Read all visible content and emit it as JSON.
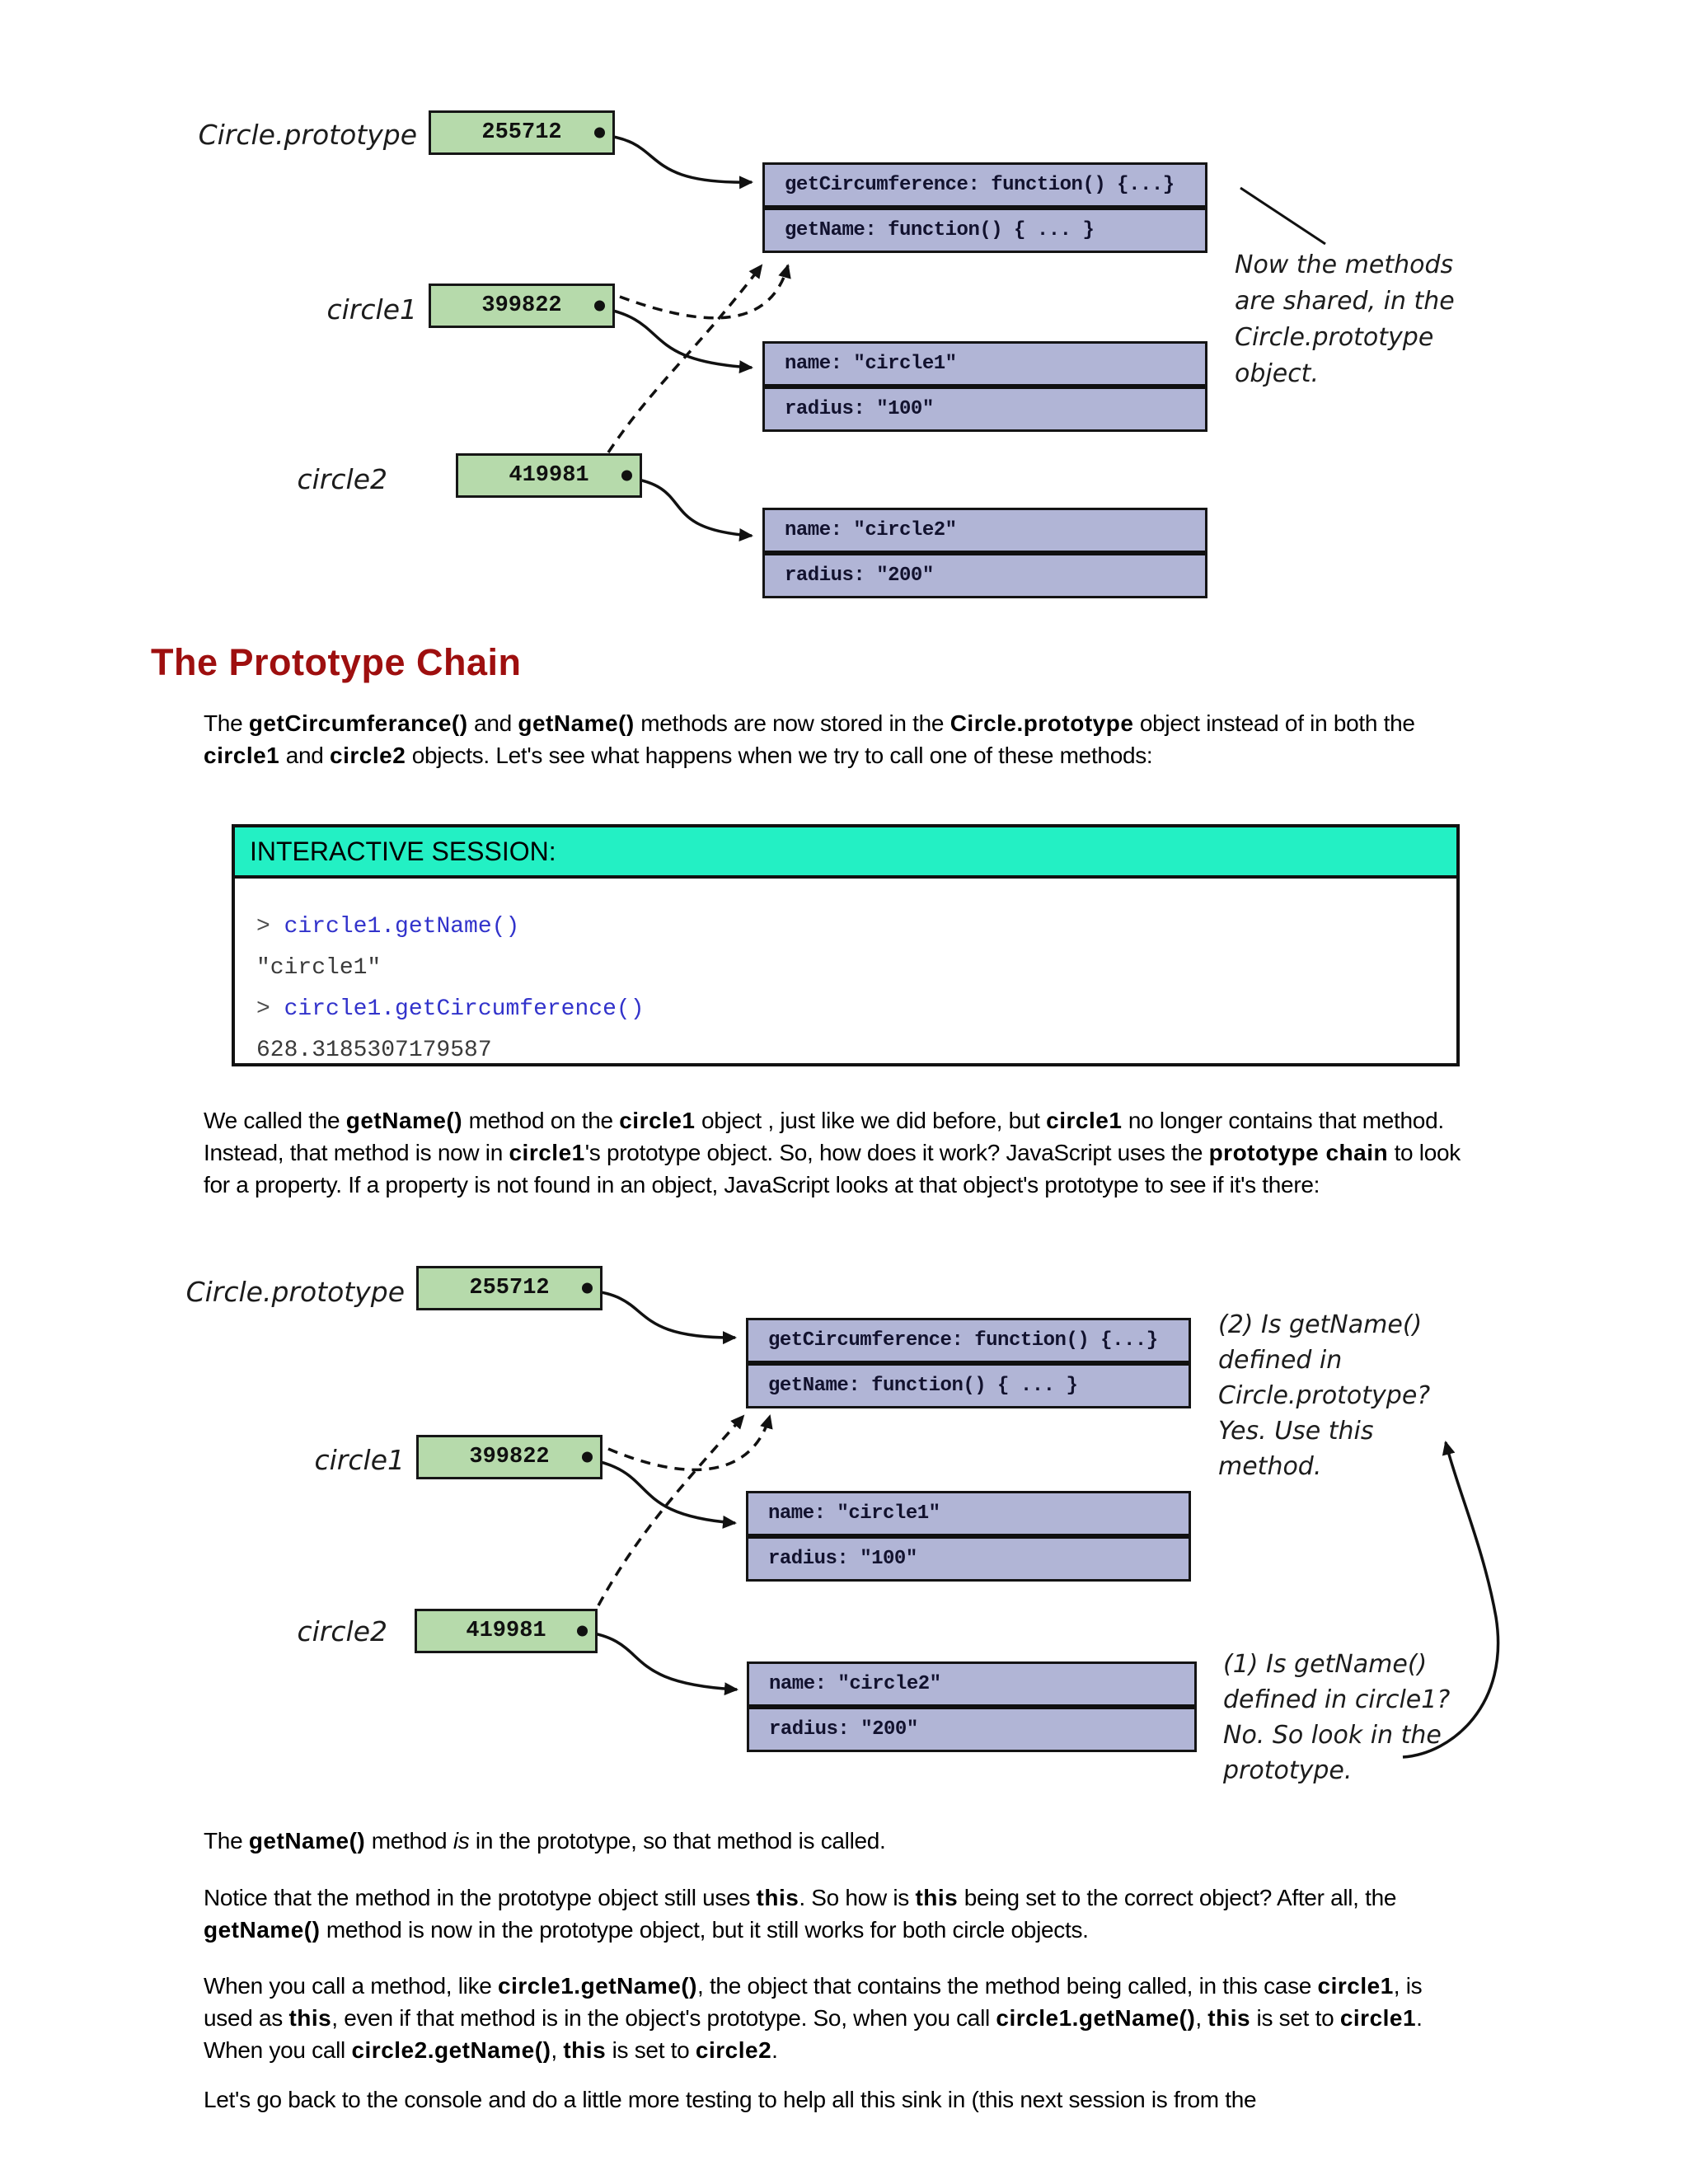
{
  "heading": "The Prototype Chain",
  "colors": {
    "heading_red": "#9E0F0F",
    "green_box": "#B6DAAB",
    "blue_box": "#B1B5D6",
    "session_header_cyan": "#23F0C4",
    "code_blue": "#3233CB"
  },
  "diagram1": {
    "prototype_label": "Circle.prototype",
    "prototype_ref": "255712",
    "circle1_label": "circle1",
    "circle1_ref": "399822",
    "circle2_label": "circle2",
    "circle2_ref": "419981",
    "methods_rows": [
      "getCircumference: function() {...}",
      "getName: function() { ... }"
    ],
    "object1_rows": [
      "name: \"circle1\"",
      "radius: \"100\""
    ],
    "object2_rows": [
      "name: \"circle2\"",
      "radius: \"200\""
    ],
    "note_lines": [
      "Now the methods",
      "are shared, in the",
      "Circle.prototype",
      "object."
    ]
  },
  "paragraph1": {
    "runs": [
      {
        "t": "The "
      },
      {
        "t": "getCircumferance()",
        "b": 1
      },
      {
        "t": " and "
      },
      {
        "t": "getName()",
        "b": 1
      },
      {
        "t": " methods are now stored in the "
      },
      {
        "t": "Circle.prototype",
        "b": 1
      },
      {
        "t": " object instead of in both the "
      },
      {
        "t": "circle1",
        "b": 1
      },
      {
        "t": " and "
      },
      {
        "t": "circle2",
        "b": 1
      },
      {
        "t": " objects. Let's see what happens when we try to call one of these methods:"
      }
    ]
  },
  "session": {
    "header": "INTERACTIVE SESSION:",
    "line1_prompt": ">",
    "line1_code": "circle1.getName()",
    "line2_out": "\"circle1\"",
    "line3_prompt": ">",
    "line3_code": "circle1.getCircumference()",
    "line4_out": "628.3185307179587"
  },
  "paragraph2": {
    "runs": [
      {
        "t": "We called the "
      },
      {
        "t": "getName()",
        "b": 1
      },
      {
        "t": " method on the "
      },
      {
        "t": "circle1",
        "b": 1
      },
      {
        "t": " object , just like we did before, but "
      },
      {
        "t": "circle1",
        "b": 1
      },
      {
        "t": " no longer contains that method. Instead, that method is now in "
      },
      {
        "t": "circle1",
        "b": 1
      },
      {
        "t": "'s prototype object. So, how does it work? JavaScript uses the "
      },
      {
        "t": "prototype chain",
        "b": 1
      },
      {
        "t": " to look for a property. If a property is not found in an object, JavaScript looks at that object's prototype to see if it's there:"
      }
    ]
  },
  "diagram2": {
    "prototype_label": "Circle.prototype",
    "prototype_ref": "255712",
    "circle1_label": "circle1",
    "circle1_ref": "399822",
    "circle2_label": "circle2",
    "circle2_ref": "419981",
    "methods_rows": [
      "getCircumference: function() {...}",
      "getName: function() { ... }"
    ],
    "object1_rows": [
      "name: \"circle1\"",
      "radius: \"100\""
    ],
    "object2_rows": [
      "name: \"circle2\"",
      "radius: \"200\""
    ],
    "note2_lines": [
      "(2) Is getName()",
      "defined in",
      "Circle.prototype?",
      "Yes. Use this",
      "method."
    ],
    "note1_lines": [
      "(1) Is getName()",
      "defined in circle1?",
      "No. So look in the",
      "prototype."
    ]
  },
  "paragraph3": {
    "runs": [
      {
        "t": "The "
      },
      {
        "t": "getName()",
        "b": 1
      },
      {
        "t": " method "
      },
      {
        "t": "is",
        "i": 1
      },
      {
        "t": " in the prototype, so that method is called."
      }
    ]
  },
  "paragraph4": {
    "runs": [
      {
        "t": "Notice that the method in the prototype object still uses "
      },
      {
        "t": "this",
        "b": 1
      },
      {
        "t": ". So how is "
      },
      {
        "t": "this",
        "b": 1
      },
      {
        "t": " being set to the correct object? After all, the "
      },
      {
        "t": "getName()",
        "b": 1
      },
      {
        "t": " method is now in the prototype object, but it still works for both circle objects."
      }
    ]
  },
  "paragraph5": {
    "runs": [
      {
        "t": "When you call a method, like "
      },
      {
        "t": "circle1.getName()",
        "b": 1
      },
      {
        "t": ", the object that contains the method being called, in this case "
      },
      {
        "t": "circle1",
        "b": 1
      },
      {
        "t": ", is used as "
      },
      {
        "t": "this",
        "b": 1
      },
      {
        "t": ", even if that method is in the object's prototype. So, when you call "
      },
      {
        "t": "circle1.getName()",
        "b": 1
      },
      {
        "t": ", "
      },
      {
        "t": "this",
        "b": 1
      },
      {
        "t": " is set to "
      },
      {
        "t": "circle1",
        "b": 1
      },
      {
        "t": ". When you call "
      },
      {
        "t": "circle2.getName()",
        "b": 1
      },
      {
        "t": ", "
      },
      {
        "t": "this",
        "b": 1
      },
      {
        "t": " is set to "
      },
      {
        "t": "circle2",
        "b": 1
      },
      {
        "t": "."
      }
    ]
  },
  "paragraph6": {
    "runs": [
      {
        "t": "Let's go back to the console and do a little more testing to help all this sink in (this next session is from the"
      }
    ]
  }
}
